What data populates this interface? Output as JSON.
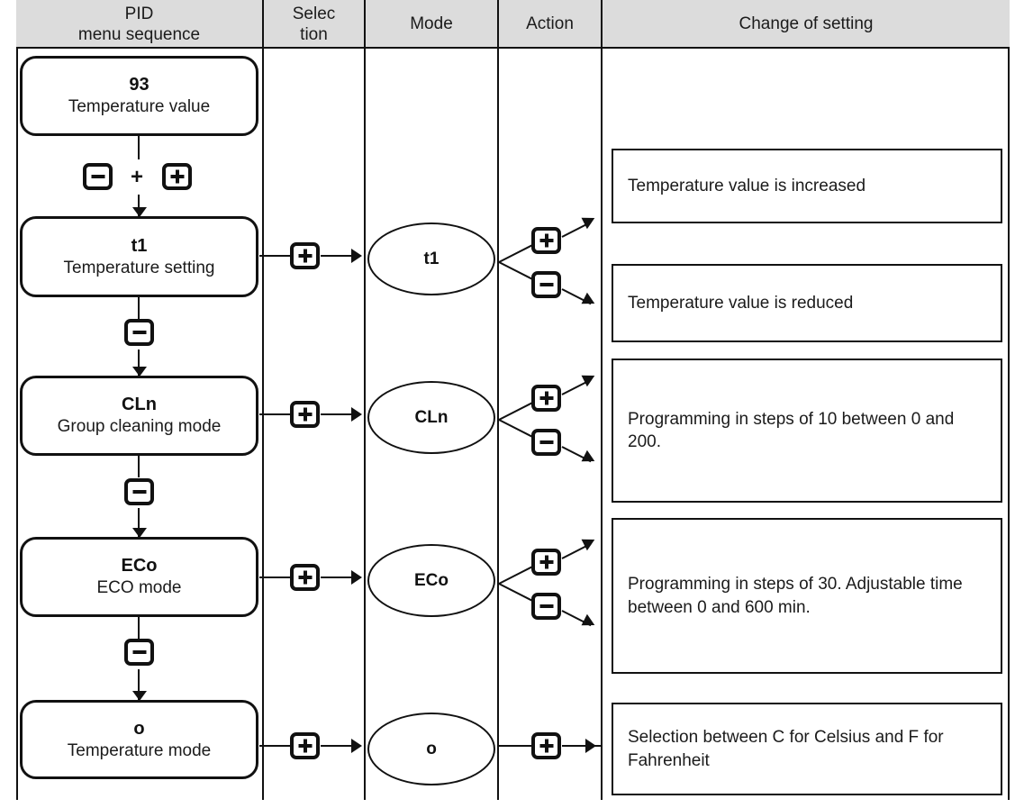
{
  "header": {
    "columns": [
      {
        "line1": "PID",
        "line2": "menu sequence",
        "name": "pid-menu-sequence"
      },
      {
        "line1": "Selec",
        "line2": "tion",
        "name": "selection"
      },
      {
        "line1": "Mode",
        "line2": "",
        "name": "mode"
      },
      {
        "line1": "Action",
        "line2": "",
        "name": "action"
      },
      {
        "line1": "Change of setting",
        "line2": "",
        "name": "change-of-setting"
      }
    ]
  },
  "pid_boxes": [
    {
      "code": "93",
      "label": "Temperature value"
    },
    {
      "code": "t1",
      "label": "Temperature setting"
    },
    {
      "code": "CLn",
      "label": "Group cleaning mode"
    },
    {
      "code": "ECo",
      "label": "ECO mode"
    },
    {
      "code": "o",
      "label": "Temperature mode"
    }
  ],
  "sequence_keys": {
    "combo_minus": "minus-key-icon",
    "combo_join": "+",
    "combo_plus": "plus-key-icon",
    "step_down": "minus-key-icon"
  },
  "selection_keys": [
    "plus-key-icon",
    "plus-key-icon",
    "plus-key-icon",
    "plus-key-icon"
  ],
  "modes": [
    {
      "label": "t1"
    },
    {
      "label": "CLn"
    },
    {
      "label": "ECo"
    },
    {
      "label": "o"
    }
  ],
  "actions": [
    {
      "keys": [
        "plus-key-icon",
        "minus-key-icon"
      ]
    },
    {
      "keys": [
        "plus-key-icon",
        "minus-key-icon"
      ]
    },
    {
      "keys": [
        "plus-key-icon",
        "minus-key-icon"
      ]
    },
    {
      "keys": [
        "plus-key-icon"
      ]
    }
  ],
  "settings": [
    {
      "text": "Temperature value is increased"
    },
    {
      "text": "Temperature value is reduced"
    },
    {
      "text": "Programming in steps of 10 between 0 and 200."
    },
    {
      "text": "Programming in steps of 30. Adjustable time between 0 and 600 min."
    },
    {
      "text": "Selection between C for Celsius and F for Fahrenheit"
    }
  ],
  "colors": {
    "header_background": "#dcdcdc",
    "line": "#111111",
    "text": "#1b1b1b",
    "page_background": "#ffffff"
  }
}
